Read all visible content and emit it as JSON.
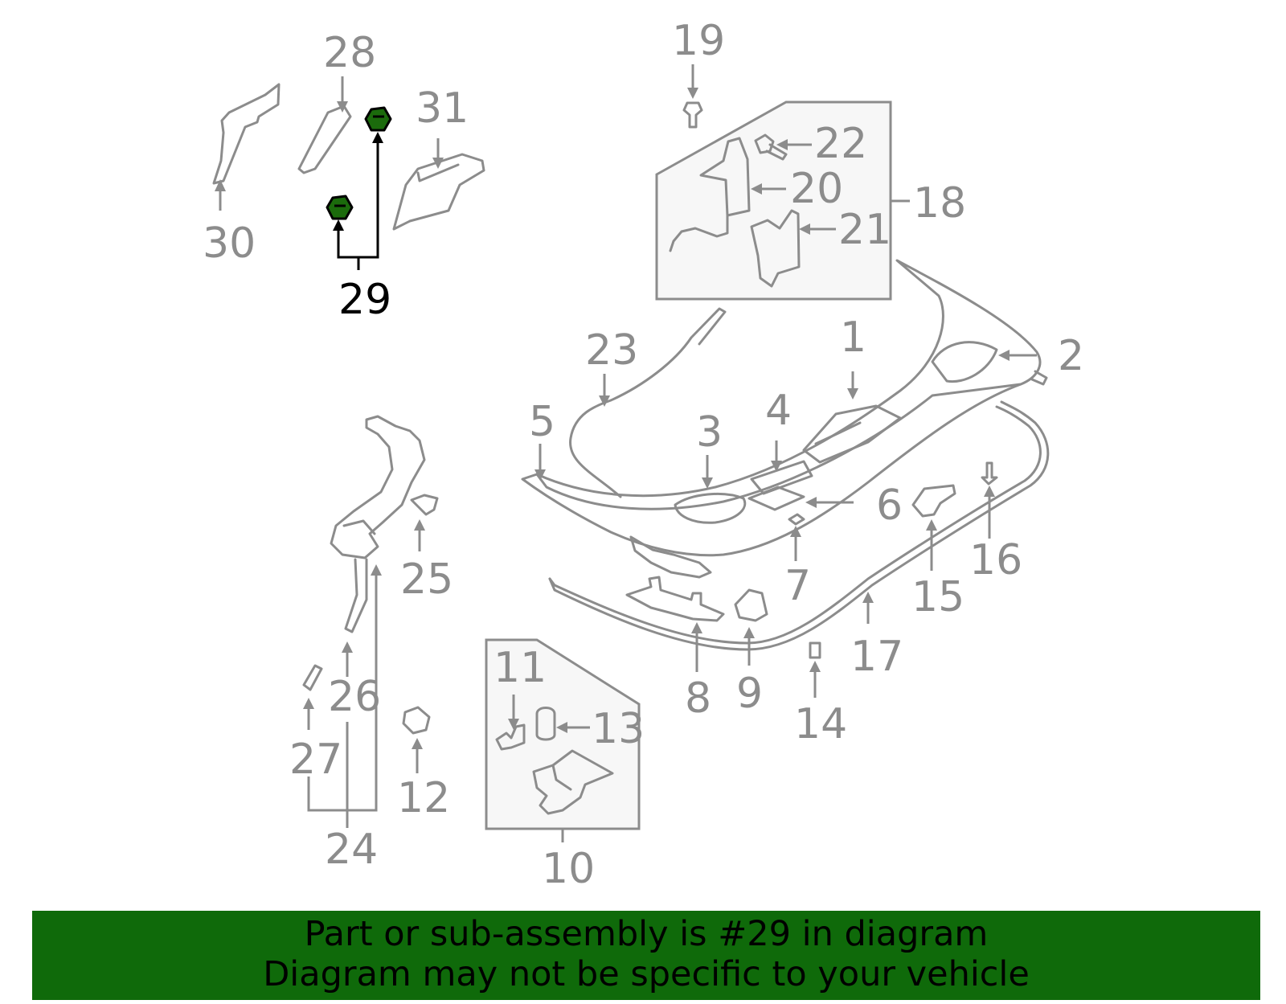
{
  "callouts": {
    "c1": "1",
    "c2": "2",
    "c3": "3",
    "c4": "4",
    "c5": "5",
    "c6": "6",
    "c7": "7",
    "c8": "8",
    "c9": "9",
    "c10": "10",
    "c11": "11",
    "c12": "12",
    "c13": "13",
    "c14": "14",
    "c15": "15",
    "c16": "16",
    "c17": "17",
    "c18": "18",
    "c19": "19",
    "c20": "20",
    "c21": "21",
    "c22": "22",
    "c23": "23",
    "c24": "24",
    "c25": "25",
    "c26": "26",
    "c27": "27",
    "c28": "28",
    "c29": "29",
    "c30": "30",
    "c31": "31"
  },
  "highlighted_part": "29",
  "colors": {
    "highlight": "#1b6b0c",
    "banner": "#0f6a0a",
    "line": "#8c8c8c"
  },
  "banner": {
    "line1": "Part or sub-assembly is #29 in diagram",
    "line2": "Diagram may not be specific to your vehicle"
  }
}
